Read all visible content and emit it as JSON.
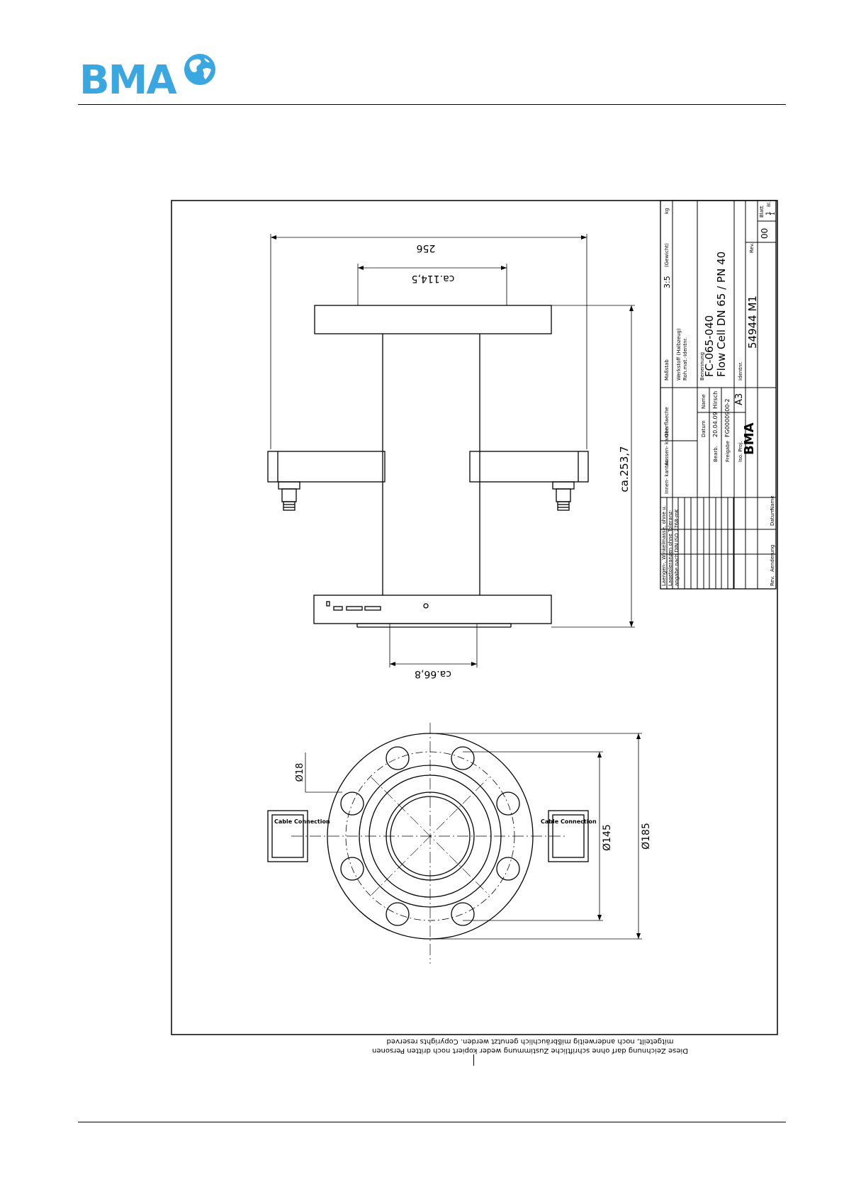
{
  "header": {
    "logo_text": "BMA"
  },
  "drawing": {
    "dims": {
      "width_256": "256",
      "width_114": "ca.114,5",
      "height_253": "ca.253,7",
      "width_66": "ca.66,8",
      "bolt_dia": "Ø18",
      "pcd": "Ø145",
      "outer_dia": "Ø185"
    },
    "labels": {
      "cable_left": "Cable Connection",
      "cable_right": "Cable Connection"
    },
    "title_block": {
      "tolerance_note": [
        "Laengen-, Winkelmasse, ohne u.",
        "Lagetoleranzen ohne Toleranz-",
        "angabe nach DIN ISO 2768-mK"
      ],
      "inner_edges": "Innen- kanten",
      "outer_edges": "Aussen- kanten",
      "surface": "Oberflaeche",
      "scale_label": "Maßstab",
      "scale": "3:5",
      "weight_label": "(Gewicht)",
      "weight_unit": "kg",
      "material_label": "Werkstoff (Halbzeug)",
      "raw_label": "Roh.mat.-Identnr.",
      "date_label": "Datum",
      "name_label": "Name",
      "drawn_label": "Bearb.",
      "drawn_date": "20.04.09",
      "drawn_name": "Hirsch",
      "release_label": "Freigabe",
      "release_no": "FG0000900-2",
      "iso_label": "Iso. Proj.",
      "size": "A3",
      "name_heading": "Benennung",
      "part_no": "FC-065-040",
      "description": "Flow Cell DN 65 / PN 40",
      "ident_label": "Identnr.",
      "ident_no": "54944 M1",
      "rev_label": "Rev.",
      "rev": "00",
      "sheet_label": "Blatt",
      "sheet": "1",
      "sheets_label": "Bl.",
      "sheets": "1",
      "brand": "BMA",
      "rev_col": "Rev.",
      "change_col": "Aenderung",
      "date_col": "Datum",
      "name_col": "Name"
    },
    "copyright": [
      "Diese Zeichnung darf ohne schriftliche Zustimmung weder kopiert noch dritten Personen",
      "mitgeteilt, noch anderweitig mißbräuchlich genutzt werden. Copyrights reserved"
    ]
  },
  "footer": {
    "text": ""
  }
}
